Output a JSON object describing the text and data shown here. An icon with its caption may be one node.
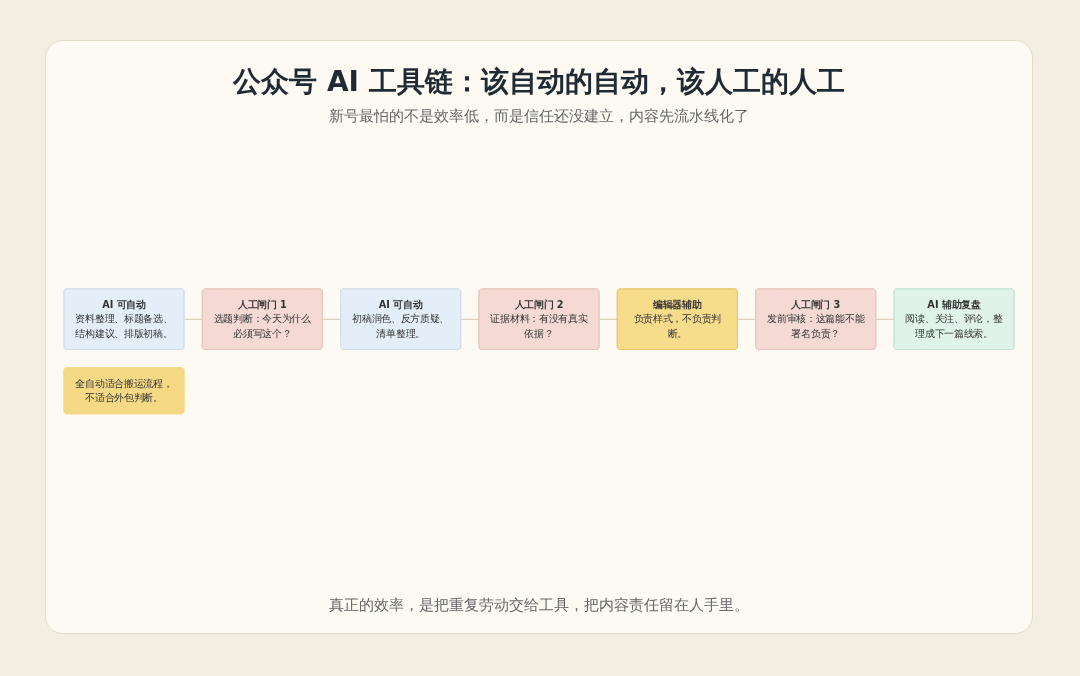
{
  "diagram": {
    "title": "公众号 AI 工具链：该自动的自动，该人工的人工",
    "nodes": [
      {
        "text": [
          "AI 可自动",
          "资料整理、标题备选、结构建议、排版初稿。"
        ]
      },
      {
        "text": [
          "人工闸门 1",
          "选题判断：今天为什么必须写这个？"
        ]
      },
      {
        "text": [
          "AI 可自动",
          "初稿润色、反方质疑、清单整理。"
        ]
      },
      {
        "text": [
          "人工闸门 2",
          "证据材料：有没有真实依据？"
        ]
      },
      {
        "text": [
          "编辑器辅助",
          "负责样式，不负责判断。"
        ]
      },
      {
        "text": [
          "人工闸门 3",
          "发前审核：这篇能不能署名负责？"
        ]
      },
      {
        "text": [
          "AI 辅助复盘",
          "阅读、关注、评论，整理成下一篇线索。"
        ]
      },
      {
        "text": [
          "全自动适合搬运流程，不适合外包判断。"
        ]
      }
    ],
    "edges": [
      {
        "from": 0,
        "to": 1,
        "arrow": "none"
      },
      {
        "from": 1,
        "to": 2,
        "arrow": "none"
      },
      {
        "from": 2,
        "to": 3,
        "arrow": "none"
      },
      {
        "from": 3,
        "to": 4,
        "arrow": "none"
      },
      {
        "from": 4,
        "to": 5,
        "arrow": "none"
      },
      {
        "from": 5,
        "to": 6,
        "arrow": "none"
      }
    ],
    "labels": [
      "新号最怕的不是效率低，而是信任还没建立，内容先流水线化了",
      "真正的效率，是把重复劳动交给工具，把内容责任留在人手里。"
    ]
  }
}
